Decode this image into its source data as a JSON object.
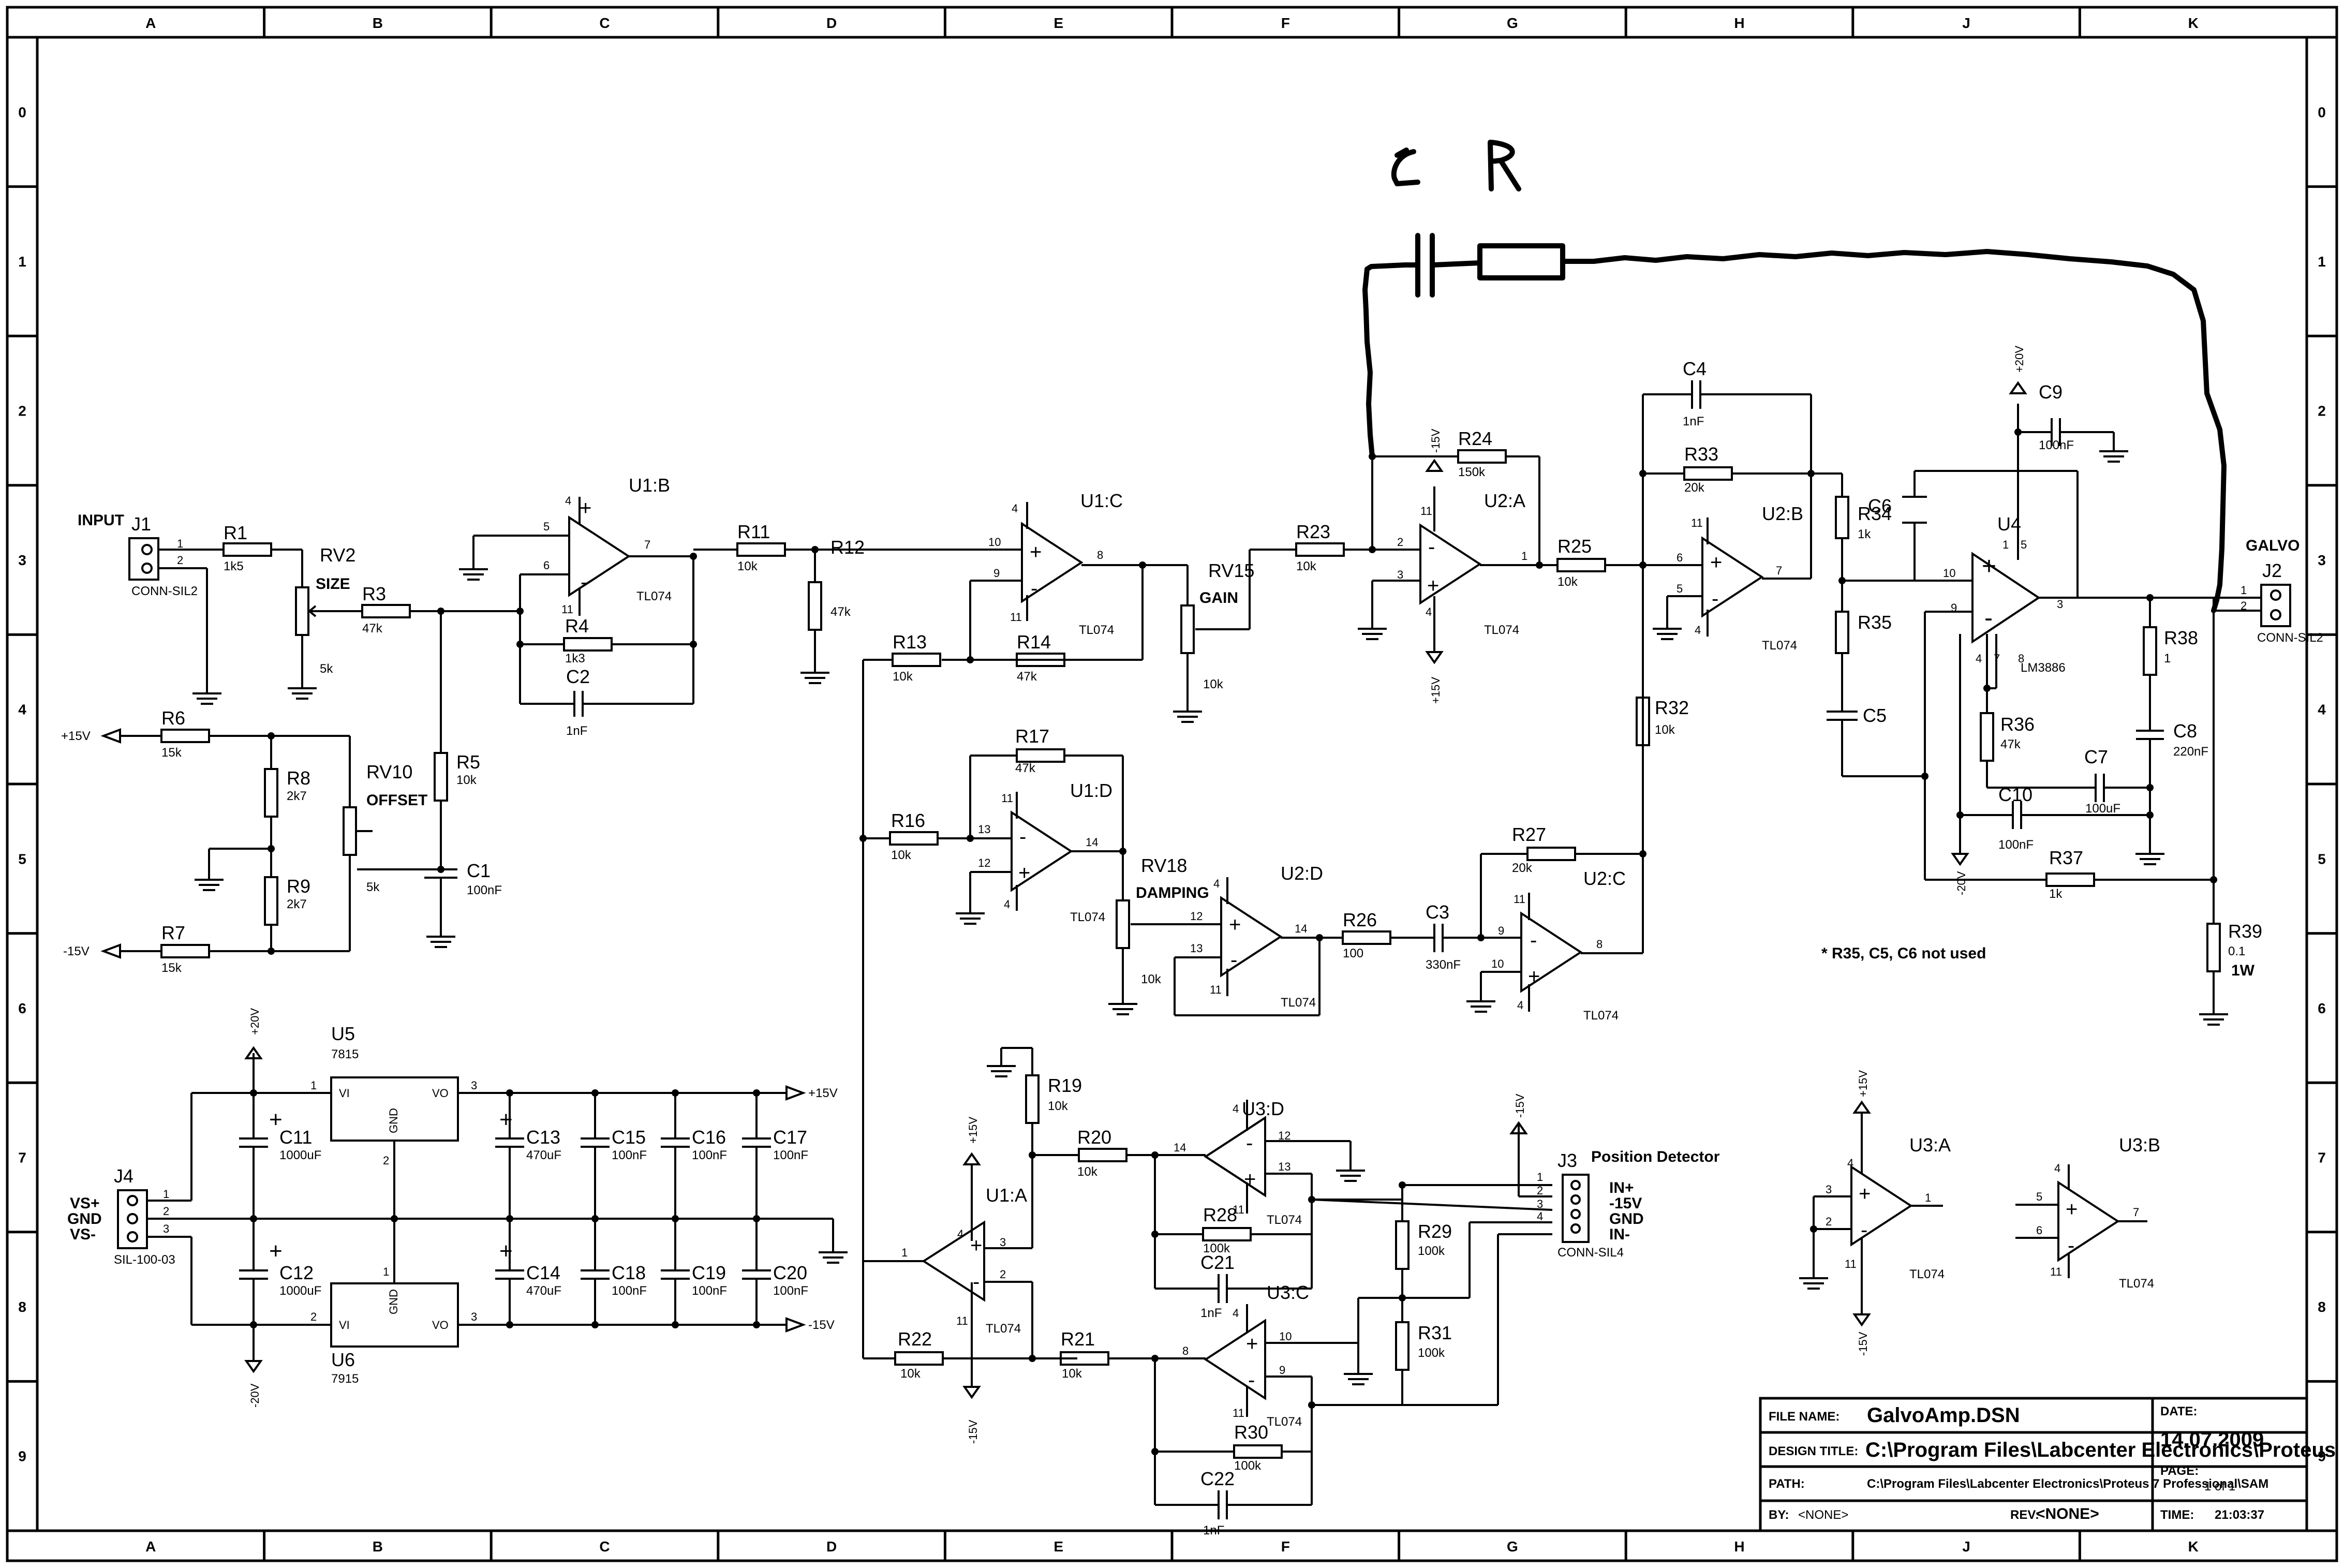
{
  "frame": {
    "columns": [
      "A",
      "B",
      "C",
      "D",
      "E",
      "F",
      "G",
      "H",
      "J",
      "K"
    ],
    "rows": [
      "0",
      "1",
      "2",
      "3",
      "4",
      "5",
      "6",
      "7",
      "8",
      "9"
    ]
  },
  "labels": {
    "input": "INPUT",
    "size": "SIZE",
    "offset": "OFFSET",
    "gain": "GAIN",
    "damping": "DAMPING",
    "galvo": "GALVO",
    "position_detector": "Position Detector",
    "note": "* R35, C5, C6 not used",
    "hand_c": "C",
    "hand_r": "R",
    "watt": "1W"
  },
  "rails": {
    "p15": "+15V",
    "m15": "-15V",
    "p20": "+20V",
    "m20": "-20V"
  },
  "power_pins": {
    "vsp": "VS+",
    "gnd": "GND",
    "vsm": "VS-"
  },
  "j3_pins": {
    "inp": "IN+",
    "m15": "-15V",
    "gnd": "GND",
    "inm": "IN-"
  },
  "pin_nums": {
    "n1": "1",
    "n2": "2",
    "n3": "3",
    "n4": "4",
    "n5": "5",
    "n6": "6",
    "n7": "7",
    "n8": "8",
    "n9": "9",
    "n10": "10",
    "n11": "11",
    "n12": "12",
    "n13": "13",
    "n14": "14"
  },
  "reg_pins": {
    "vi": "VI",
    "vo": "VO",
    "gnd": "GND"
  },
  "parts": {
    "J1": {
      "ref": "J1",
      "val": "CONN-SIL2"
    },
    "J2": {
      "ref": "J2",
      "val": "CONN-SIL2"
    },
    "J3": {
      "ref": "J3",
      "val": "CONN-SIL4"
    },
    "J4": {
      "ref": "J4",
      "val": "SIL-100-03"
    },
    "R1": {
      "ref": "R1",
      "val": "1k5"
    },
    "RV2": {
      "ref": "RV2",
      "val": "5k"
    },
    "R3": {
      "ref": "R3",
      "val": "47k"
    },
    "R4": {
      "ref": "R4",
      "val": "1k3"
    },
    "C2": {
      "ref": "C2",
      "val": "1nF"
    },
    "R5": {
      "ref": "R5",
      "val": "10k"
    },
    "C1": {
      "ref": "C1",
      "val": "100nF"
    },
    "R6": {
      "ref": "R6",
      "val": "15k"
    },
    "R7": {
      "ref": "R7",
      "val": "15k"
    },
    "R8": {
      "ref": "R8",
      "val": "2k7"
    },
    "R9": {
      "ref": "R9",
      "val": "2k7"
    },
    "RV10": {
      "ref": "RV10",
      "val": "5k"
    },
    "R11": {
      "ref": "R11",
      "val": "10k"
    },
    "R12": {
      "ref": "R12",
      "val": "47k"
    },
    "R13": {
      "ref": "R13",
      "val": "10k"
    },
    "R14": {
      "ref": "R14",
      "val": "47k"
    },
    "RV15": {
      "ref": "RV15",
      "val": "10k"
    },
    "R16": {
      "ref": "R16",
      "val": "10k"
    },
    "R17": {
      "ref": "R17",
      "val": "47k"
    },
    "RV18": {
      "ref": "RV18",
      "val": "10k"
    },
    "R19": {
      "ref": "R19",
      "val": "10k"
    },
    "R20": {
      "ref": "R20",
      "val": "10k"
    },
    "R21": {
      "ref": "R21",
      "val": "10k"
    },
    "R22": {
      "ref": "R22",
      "val": "10k"
    },
    "R23": {
      "ref": "R23",
      "val": "10k"
    },
    "R24": {
      "ref": "R24",
      "val": "150k"
    },
    "R25": {
      "ref": "R25",
      "val": "10k"
    },
    "R26": {
      "ref": "R26",
      "val": "100"
    },
    "C3": {
      "ref": "C3",
      "val": "330nF"
    },
    "R27": {
      "ref": "R27",
      "val": "20k"
    },
    "R28": {
      "ref": "R28",
      "val": "100k"
    },
    "C21": {
      "ref": "C21",
      "val": "1nF"
    },
    "R29": {
      "ref": "R29",
      "val": "100k"
    },
    "R30": {
      "ref": "R30",
      "val": "100k"
    },
    "C22": {
      "ref": "C22",
      "val": "1nF"
    },
    "R31": {
      "ref": "R31",
      "val": "100k"
    },
    "R32": {
      "ref": "R32",
      "val": "10k"
    },
    "R33": {
      "ref": "R33",
      "val": "20k"
    },
    "C4": {
      "ref": "C4",
      "val": "1nF"
    },
    "R34": {
      "ref": "R34",
      "val": "1k"
    },
    "R35": {
      "ref": "R35",
      "val": ""
    },
    "C5": {
      "ref": "C5",
      "val": ""
    },
    "C6": {
      "ref": "C6",
      "val": ""
    },
    "C9": {
      "ref": "C9",
      "val": "100nF"
    },
    "R36": {
      "ref": "R36",
      "val": "47k"
    },
    "C10": {
      "ref": "C10",
      "val": "100nF"
    },
    "C7": {
      "ref": "C7",
      "val": "100uF"
    },
    "R37": {
      "ref": "R37",
      "val": "1k"
    },
    "R38": {
      "ref": "R38",
      "val": "1"
    },
    "C8": {
      "ref": "C8",
      "val": "220nF"
    },
    "R39": {
      "ref": "R39",
      "val": "0.1"
    },
    "C11": {
      "ref": "C11",
      "val": "1000uF"
    },
    "C12": {
      "ref": "C12",
      "val": "1000uF"
    },
    "C13": {
      "ref": "C13",
      "val": "470uF"
    },
    "C14": {
      "ref": "C14",
      "val": "470uF"
    },
    "C15": {
      "ref": "C15",
      "val": "100nF"
    },
    "C16": {
      "ref": "C16",
      "val": "100nF"
    },
    "C17": {
      "ref": "C17",
      "val": "100nF"
    },
    "C18": {
      "ref": "C18",
      "val": "100nF"
    },
    "C19": {
      "ref": "C19",
      "val": "100nF"
    },
    "C20": {
      "ref": "C20",
      "val": "100nF"
    },
    "U5": {
      "ref": "U5",
      "val": "7815"
    },
    "U6": {
      "ref": "U6",
      "val": "7915"
    },
    "U1B": {
      "ref": "U1:B",
      "val": "TL074"
    },
    "U1C": {
      "ref": "U1:C",
      "val": "TL074"
    },
    "U1D": {
      "ref": "U1:D",
      "val": "TL074"
    },
    "U1A": {
      "ref": "U1:A",
      "val": "TL074"
    },
    "U2A": {
      "ref": "U2:A",
      "val": "TL074"
    },
    "U2B": {
      "ref": "U2:B",
      "val": "TL074"
    },
    "U2C": {
      "ref": "U2:C",
      "val": "TL074"
    },
    "U2D": {
      "ref": "U2:D",
      "val": "TL074"
    },
    "U3A": {
      "ref": "U3:A",
      "val": "TL074"
    },
    "U3B": {
      "ref": "U3:B",
      "val": "TL074"
    },
    "U3C": {
      "ref": "U3:C",
      "val": "TL074"
    },
    "U3D": {
      "ref": "U3:D",
      "val": "TL074"
    },
    "U4": {
      "ref": "U4",
      "val": "LM3886"
    }
  },
  "title_block": {
    "file_name_label": "FILE NAME:",
    "file_name": "GalvoAmp.DSN",
    "design_title_label": "DESIGN TITLE:",
    "design_title": "C:\\Program Files\\Labcenter Electronics\\Proteus",
    "path_label": "PATH:",
    "path": "C:\\Program Files\\Labcenter Electronics\\Proteus 7 Professional\\SAM",
    "by_label": "BY:",
    "by": "<NONE>",
    "rev_label": "REV:",
    "rev": "<NONE>",
    "date_label": "DATE:",
    "date": "14.07.2009",
    "page_label": "PAGE:",
    "page": "1 of 1",
    "time_label": "TIME:",
    "time": "21:03:37"
  }
}
